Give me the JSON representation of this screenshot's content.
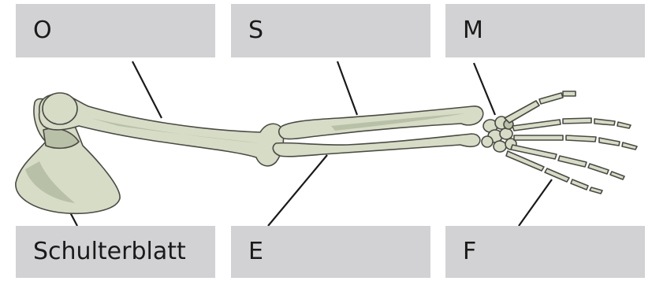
{
  "labels": {
    "top_left": "O",
    "top_middle": "S",
    "top_right": "M",
    "bottom_left": "Schulterblatt",
    "bottom_middle": "E",
    "bottom_right": "F"
  },
  "colors": {
    "label_box": "#d2d2d4",
    "bone_fill": "#d6dcc6",
    "bone_shade": "#b9c0a8",
    "bone_outline": "#4a4a44",
    "leader_line": "#1a1a1a"
  }
}
